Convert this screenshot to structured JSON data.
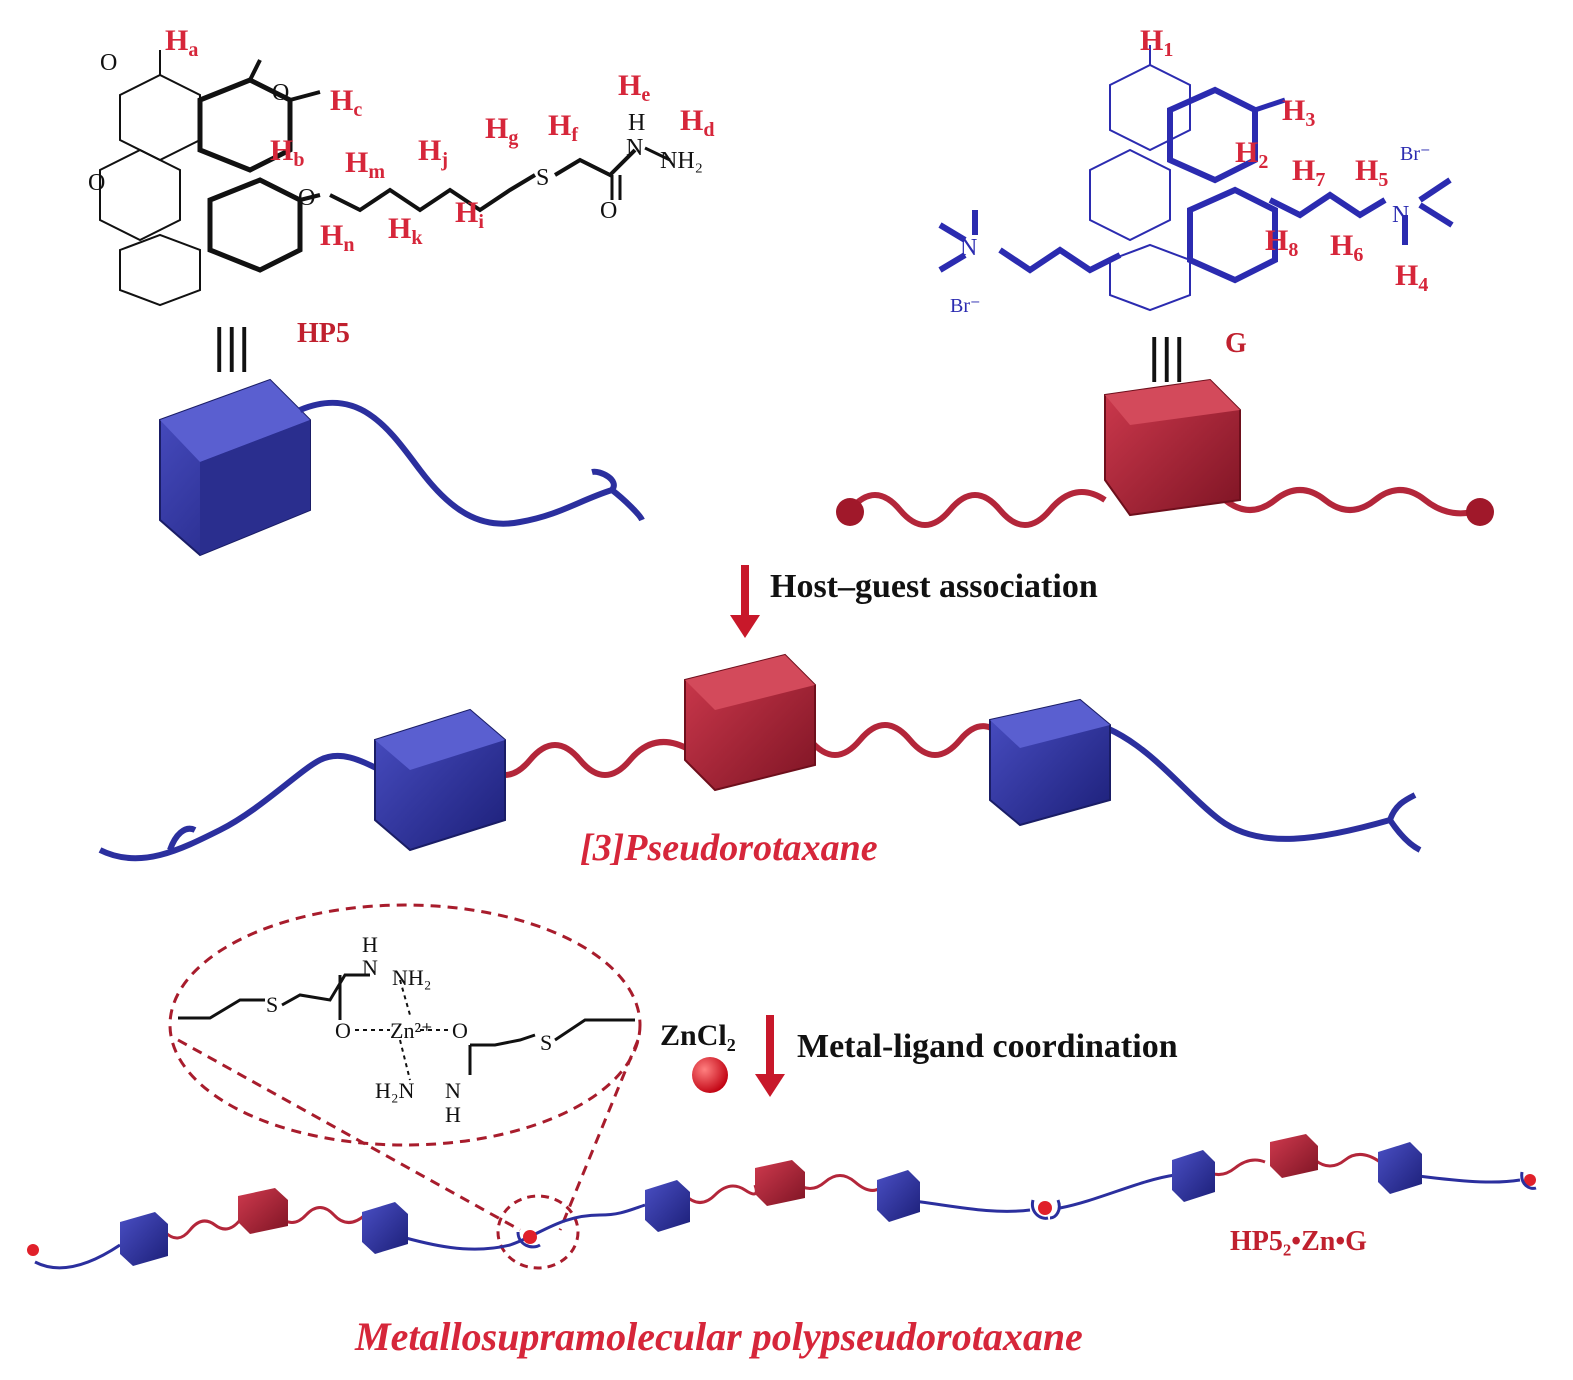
{
  "colors": {
    "host_blue": "#2b2f9e",
    "guest_red": "#b3263a",
    "label_red": "#d6263a",
    "guest_molecule_blue": "#2b2bb0",
    "zinc_dot": "#e0202a"
  },
  "host": {
    "name": "HP5",
    "proton_labels": [
      {
        "base": "H",
        "sub": "a"
      },
      {
        "base": "H",
        "sub": "b"
      },
      {
        "base": "H",
        "sub": "c"
      },
      {
        "base": "H",
        "sub": "d"
      },
      {
        "base": "H",
        "sub": "e"
      },
      {
        "base": "H",
        "sub": "f"
      },
      {
        "base": "H",
        "sub": "g"
      },
      {
        "base": "H",
        "sub": "i"
      },
      {
        "base": "H",
        "sub": "j"
      },
      {
        "base": "H",
        "sub": "k"
      },
      {
        "base": "H",
        "sub": "m"
      },
      {
        "base": "H",
        "sub": "n"
      }
    ],
    "atoms": [
      "O",
      "O",
      "O",
      "O",
      "S",
      "O",
      "H",
      "N",
      "NH₂"
    ],
    "equiv": "|||"
  },
  "guest": {
    "name": "G",
    "proton_labels": [
      {
        "base": "H",
        "sub": "1"
      },
      {
        "base": "H",
        "sub": "2"
      },
      {
        "base": "H",
        "sub": "3"
      },
      {
        "base": "H",
        "sub": "4"
      },
      {
        "base": "H",
        "sub": "5"
      },
      {
        "base": "H",
        "sub": "6"
      },
      {
        "base": "H",
        "sub": "7"
      },
      {
        "base": "H",
        "sub": "8"
      }
    ],
    "counterions": [
      "Br⁻",
      "Br⁻"
    ],
    "equiv": "|||"
  },
  "steps": {
    "association": "Host–guest association",
    "pseudorotaxane": "[3]Pseudorotaxane",
    "coordination": "Metal-ligand coordination",
    "reagent": "ZnCl₂",
    "product_label": "HP5₂•Zn•G",
    "polymer_name": "Metallosupramolecular polypseudorotaxane"
  },
  "inset": {
    "labels": [
      "H",
      "N",
      "NH₂",
      "S",
      "O",
      "Zn²⁺",
      "O",
      "S",
      "H₂N",
      "N",
      "H"
    ]
  }
}
